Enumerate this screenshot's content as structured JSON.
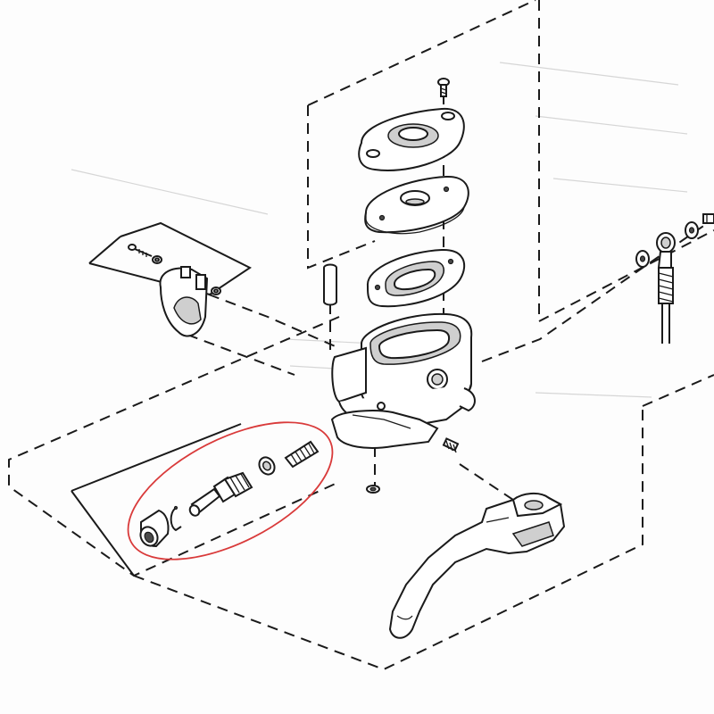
{
  "diagram": {
    "highlight_color": "#d93a3a",
    "line_color": "#1a1a1a",
    "shade_color": "#cfcfcf",
    "parts": [
      "reservoir-cover-screw",
      "reservoir-cover",
      "cover-gasket",
      "diaphragm",
      "pivot-pin",
      "master-cylinder-body",
      "handlebar-clamp",
      "clamp-bolt",
      "clamp-washer",
      "brake-lever",
      "banjo-bolt",
      "sealing-washers",
      "banjo-fitting",
      "brake-hose",
      "piston-boot",
      "circlip",
      "piston-assembly",
      "piston-cup",
      "return-spring",
      "lever-retainer-clip",
      "bleeder-screw"
    ]
  }
}
